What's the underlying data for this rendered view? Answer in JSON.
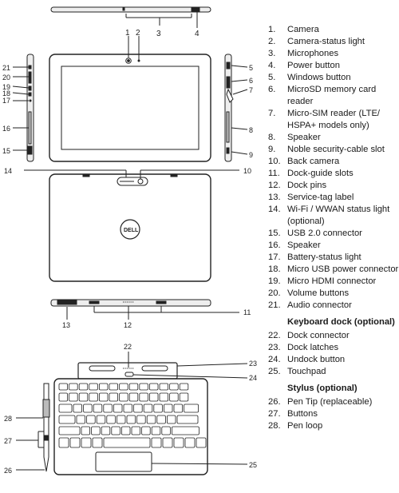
{
  "legend": {
    "items": [
      {
        "num": "1.",
        "label": "Camera"
      },
      {
        "num": "2.",
        "label": "Camera-status light"
      },
      {
        "num": "3.",
        "label": "Microphones"
      },
      {
        "num": "4.",
        "label": "Power button"
      },
      {
        "num": "5.",
        "label": "Windows button"
      },
      {
        "num": "6.",
        "label": "MicroSD memory card reader"
      },
      {
        "num": "7.",
        "label": "Micro-SIM reader (LTE/ HSPA+ models only)"
      },
      {
        "num": "8.",
        "label": "Speaker"
      },
      {
        "num": "9.",
        "label": "Noble security-cable slot"
      },
      {
        "num": "10.",
        "label": "Back camera"
      },
      {
        "num": "11.",
        "label": "Dock-guide slots"
      },
      {
        "num": "12.",
        "label": "Dock pins"
      },
      {
        "num": "13.",
        "label": "Service-tag label"
      },
      {
        "num": "14.",
        "label": "Wi-Fi / WWAN status light (optional)"
      },
      {
        "num": "15.",
        "label": "USB 2.0 connector"
      },
      {
        "num": "16.",
        "label": "Speaker"
      },
      {
        "num": "17.",
        "label": "Battery-status light"
      },
      {
        "num": "18.",
        "label": "Micro USB power connector"
      },
      {
        "num": "19.",
        "label": "Micro HDMI connector"
      },
      {
        "num": "20.",
        "label": "Volume buttons"
      },
      {
        "num": "21.",
        "label": "Audio connector"
      }
    ],
    "keyboard_heading": "Keyboard dock (optional)",
    "keyboard_items": [
      {
        "num": "22.",
        "label": "Dock connector"
      },
      {
        "num": "23.",
        "label": "Dock latches"
      },
      {
        "num": "24.",
        "label": "Undock button"
      },
      {
        "num": "25.",
        "label": "Touchpad"
      }
    ],
    "stylus_heading": "Stylus (optional)",
    "stylus_items": [
      {
        "num": "26.",
        "label": "Pen Tip (replaceable)"
      },
      {
        "num": "27.",
        "label": "Buttons"
      },
      {
        "num": "28.",
        "label": "Pen loop"
      }
    ]
  },
  "callouts": {
    "c1": "1",
    "c2": "2",
    "c3": "3",
    "c4": "4",
    "c5": "5",
    "c6": "6",
    "c7": "7",
    "c8": "8",
    "c9": "9",
    "c10": "10",
    "c11": "11",
    "c12": "12",
    "c13": "13",
    "c14": "14",
    "c15": "15",
    "c16": "16",
    "c17": "17",
    "c18": "18",
    "c19": "19",
    "c20": "20",
    "c21": "21",
    "c22": "22",
    "c23": "23",
    "c24": "24",
    "c25": "25",
    "c26": "26",
    "c27": "27",
    "c28": "28"
  },
  "logo_text": "DELL"
}
